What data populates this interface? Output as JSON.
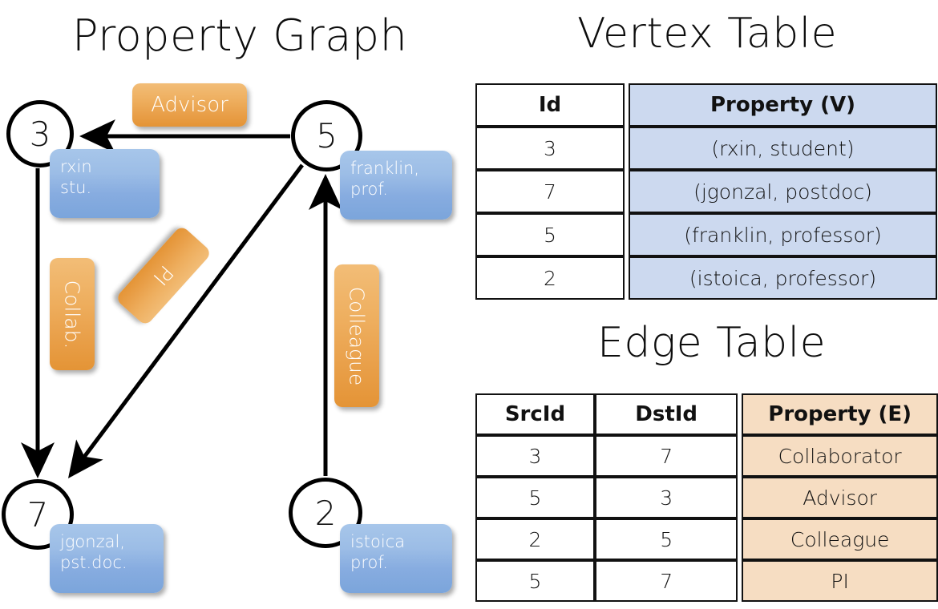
{
  "titles": {
    "property_graph": "Property Graph",
    "vertex_table": "Vertex Table",
    "edge_table": "Edge Table"
  },
  "graph": {
    "nodes": [
      {
        "id": "3",
        "label": "3",
        "property": "rxin\nstu."
      },
      {
        "id": "5",
        "label": "5",
        "property": "franklin,\nprof."
      },
      {
        "id": "7",
        "label": "7",
        "property": "jgonzal,\npst.doc."
      },
      {
        "id": "2",
        "label": "2",
        "property": "istoica\nprof."
      }
    ],
    "edge_labels": [
      {
        "name": "advisor",
        "text": "Advisor",
        "orientation": "horizontal"
      },
      {
        "name": "collab",
        "text": "Collab.",
        "orientation": "vertical"
      },
      {
        "name": "pi",
        "text": "PI",
        "orientation": "diagonal"
      },
      {
        "name": "colleague",
        "text": "Colleague",
        "orientation": "vertical"
      }
    ],
    "edges": [
      {
        "src": "5",
        "dst": "3",
        "label": "Advisor"
      },
      {
        "src": "3",
        "dst": "7",
        "label": "Collab."
      },
      {
        "src": "5",
        "dst": "7",
        "label": "PI"
      },
      {
        "src": "2",
        "dst": "5",
        "label": "Colleague"
      }
    ]
  },
  "vertex_table": {
    "headers": [
      "Id",
      "Property (V)"
    ],
    "rows": [
      {
        "id": "3",
        "property": "(rxin, student)"
      },
      {
        "id": "7",
        "property": "(jgonzal, postdoc)"
      },
      {
        "id": "5",
        "property": "(franklin, professor)"
      },
      {
        "id": "2",
        "property": "(istoica, professor)"
      }
    ]
  },
  "edge_table": {
    "headers": [
      "SrcId",
      "DstId",
      "Property (E)"
    ],
    "rows": [
      {
        "src": "3",
        "dst": "7",
        "property": "Collaborator"
      },
      {
        "src": "5",
        "dst": "3",
        "property": "Advisor"
      },
      {
        "src": "2",
        "dst": "5",
        "property": "Colleague"
      },
      {
        "src": "5",
        "dst": "7",
        "property": "PI"
      }
    ]
  },
  "colors": {
    "node_stroke": "#000000",
    "vertex_property_fill": "#ccd9ef",
    "edge_property_fill": "#f6ddc2",
    "blue_box": "#8fb2e3",
    "orange_box": "#eaa24c",
    "text": "#111111"
  }
}
